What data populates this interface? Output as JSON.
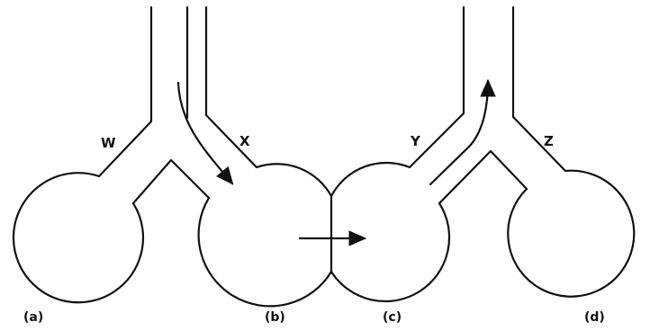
{
  "channel_labels": {
    "w": "W",
    "x": "X",
    "y": "Y",
    "z": "Z"
  },
  "panel_captions": {
    "a": "(a)",
    "b": "(b)",
    "c": "(c)",
    "d": "(d)"
  }
}
